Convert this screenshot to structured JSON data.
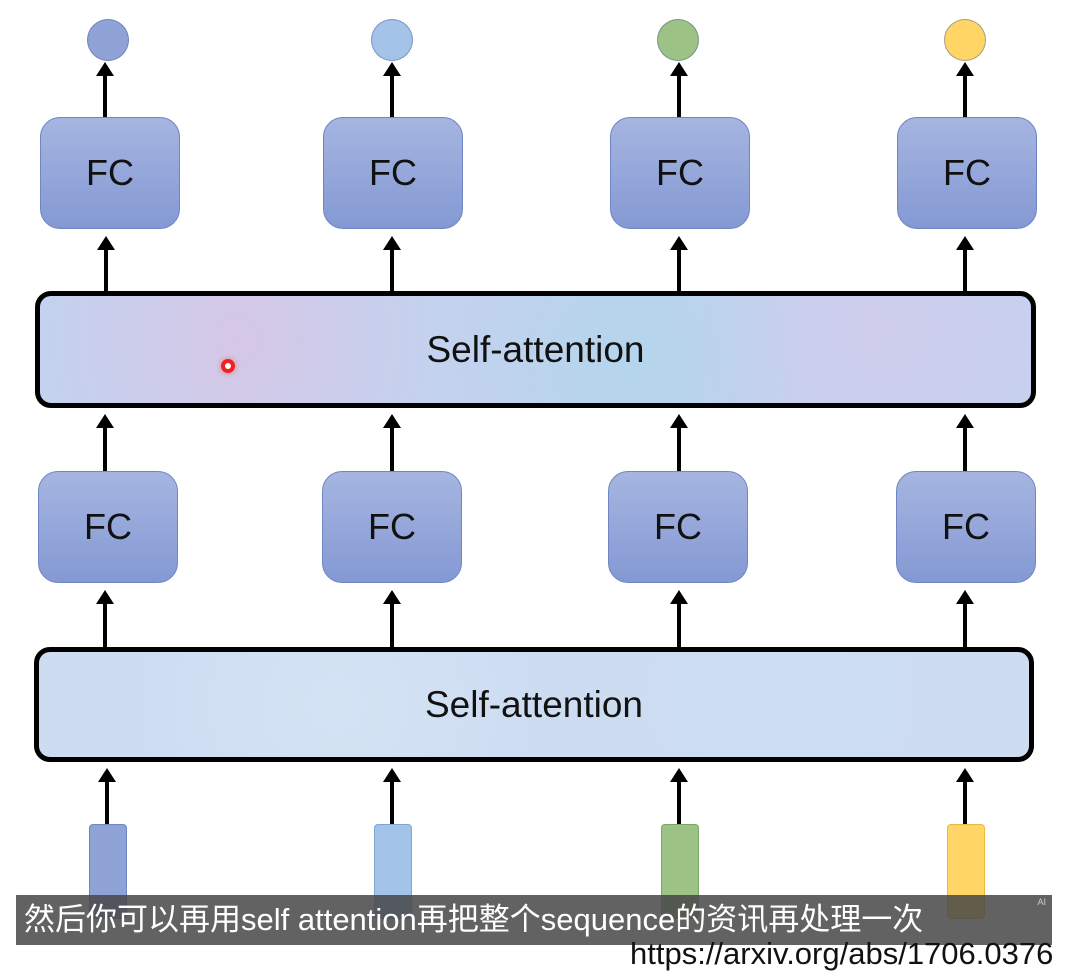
{
  "diagram": {
    "outputs": [
      {
        "color": "#8fa3d6"
      },
      {
        "color": "#a3c3e8"
      },
      {
        "color": "#9cc286"
      },
      {
        "color": "#ffd665"
      }
    ],
    "fc_label": "FC",
    "self_attention_label": "Self-attention",
    "inputs": [
      {
        "color": "#8fa3d6"
      },
      {
        "color": "#a3c3e8"
      },
      {
        "color": "#9cc286"
      },
      {
        "color": "#ffd665"
      }
    ]
  },
  "subtitle": {
    "text": "然后你可以再用self attention再把整个sequence的资讯再处理一次",
    "badge": "AI"
  },
  "citation": "https://arxiv.org/abs/1706.0376"
}
